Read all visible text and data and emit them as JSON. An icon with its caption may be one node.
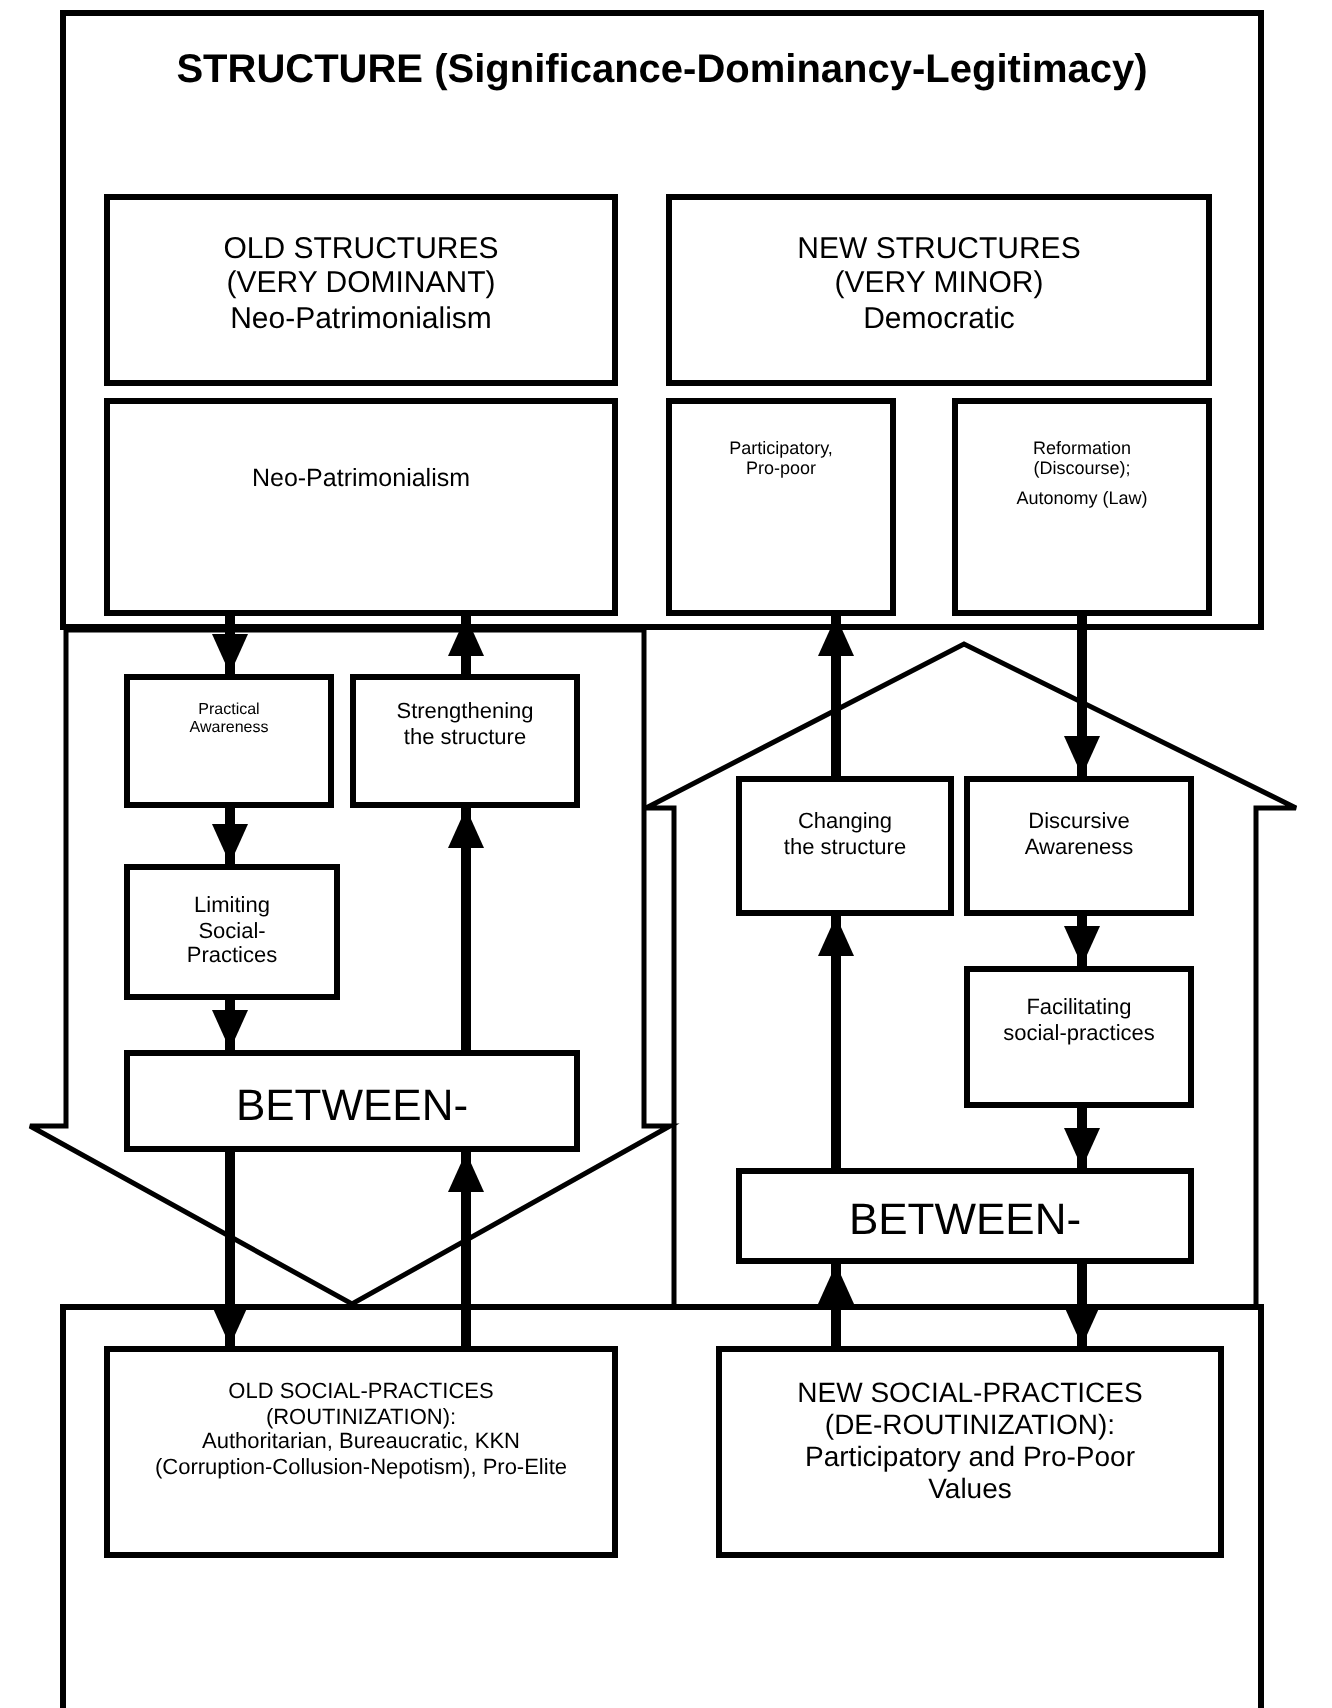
{
  "diagram": {
    "nodes": [
      {
        "text": [
          "STRUCTURE (Significance-Dominancy-Legitimacy)"
        ]
      },
      {
        "text": [
          "OLD STRUCTURES (VERY DOMINANT)",
          "Neo-Patrimonialism"
        ],
        "in": 0
      },
      {
        "text": [
          "Neo-Patrimonialism"
        ],
        "in": 0
      },
      {
        "text": [
          "NEW STRUCTURES (VERY MINOR)",
          "Democratic"
        ],
        "in": 0
      },
      {
        "text": [
          "Participatory, Pro-poor"
        ],
        "in": 0
      },
      {
        "text": [
          "Reformation (Discourse);",
          "Autonomy (Law)"
        ],
        "in": 0
      },
      {
        "text": [],
        "shape": "arrow"
      },
      {
        "text": [
          "Practical Awareness"
        ],
        "in": 6
      },
      {
        "text": [
          "Strengthening the structure"
        ],
        "in": 6
      },
      {
        "text": [
          "Limiting Social-Practices"
        ],
        "in": 6
      },
      {
        "text": [
          "BETWEEN-"
        ],
        "in": 6
      },
      {
        "text": [],
        "shape": "arrow"
      },
      {
        "text": [
          "Changing the structure"
        ],
        "in": 11
      },
      {
        "text": [
          "Discursive Awareness"
        ],
        "in": 11
      },
      {
        "text": [
          "Facilitating social-practices"
        ],
        "in": 11
      },
      {
        "text": [
          "BETWEEN-"
        ],
        "in": 11
      },
      {
        "text": [],
        "shape": "box"
      },
      {
        "text": [
          "OLD SOCIAL-PRACTICES (ROUTINIZATION):",
          "Authoritarian, Bureaucratic, KKN (Corruption-Collusion-Nepotism), Pro-Elite"
        ],
        "in": 16
      },
      {
        "text": [
          "NEW SOCIAL-PRACTICES (DE-ROUTINIZATION):",
          "Participatory and Pro-Poor Values"
        ],
        "in": 16
      }
    ],
    "edges": [
      {
        "from": 2,
        "to": 7,
        "arrow": "to"
      },
      {
        "from": 8,
        "to": 2,
        "arrow": "to"
      },
      {
        "from": 7,
        "to": 9,
        "arrow": "to"
      },
      {
        "from": 9,
        "to": 10,
        "arrow": "to"
      },
      {
        "from": 10,
        "to": 17,
        "arrow": "to"
      },
      {
        "from": 17,
        "to": 10,
        "arrow": "to"
      },
      {
        "from": 10,
        "to": 8,
        "arrow": "to"
      },
      {
        "from": 15,
        "to": 12,
        "arrow": "to"
      },
      {
        "from": 12,
        "to": 4,
        "arrow": "to"
      },
      {
        "from": 5,
        "to": 13,
        "arrow": "to"
      },
      {
        "from": 13,
        "to": 14,
        "arrow": "to"
      },
      {
        "from": 14,
        "to": 15,
        "arrow": "to"
      },
      {
        "from": 15,
        "to": 18,
        "arrow": "to"
      },
      {
        "from": 18,
        "to": 15,
        "arrow": "to"
      }
    ]
  }
}
